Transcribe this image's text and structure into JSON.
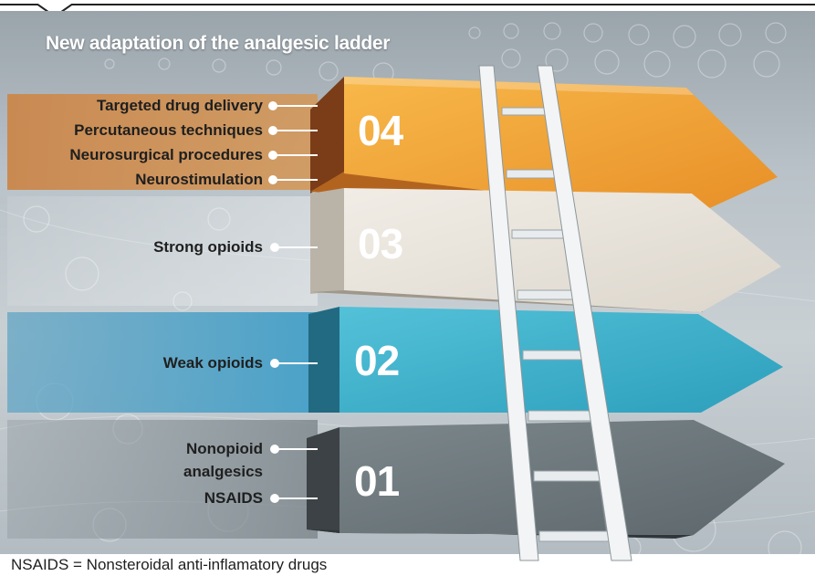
{
  "title": "New adaptation of the analgesic ladder",
  "colors": {
    "step4": "#f2a33a",
    "step3": "#ece7df",
    "step2": "#46b7cf",
    "step1": "#707b80",
    "band4": "#c98a52",
    "band2": "#5ba2c4"
  },
  "steps": [
    {
      "number": "04",
      "items": [
        "Targeted drug delivery",
        "Percutaneous techniques",
        "Neurosurgical procedures",
        "Neurostimulation"
      ]
    },
    {
      "number": "03",
      "items": [
        "Strong opioids"
      ]
    },
    {
      "number": "02",
      "items": [
        "Weak opioids"
      ]
    },
    {
      "number": "01",
      "items": [
        "Nonopioid",
        "analgesics",
        "NSAIDS"
      ]
    }
  ],
  "footnote": "NSAIDS = Nonsteroidal anti-inflamatory drugs"
}
